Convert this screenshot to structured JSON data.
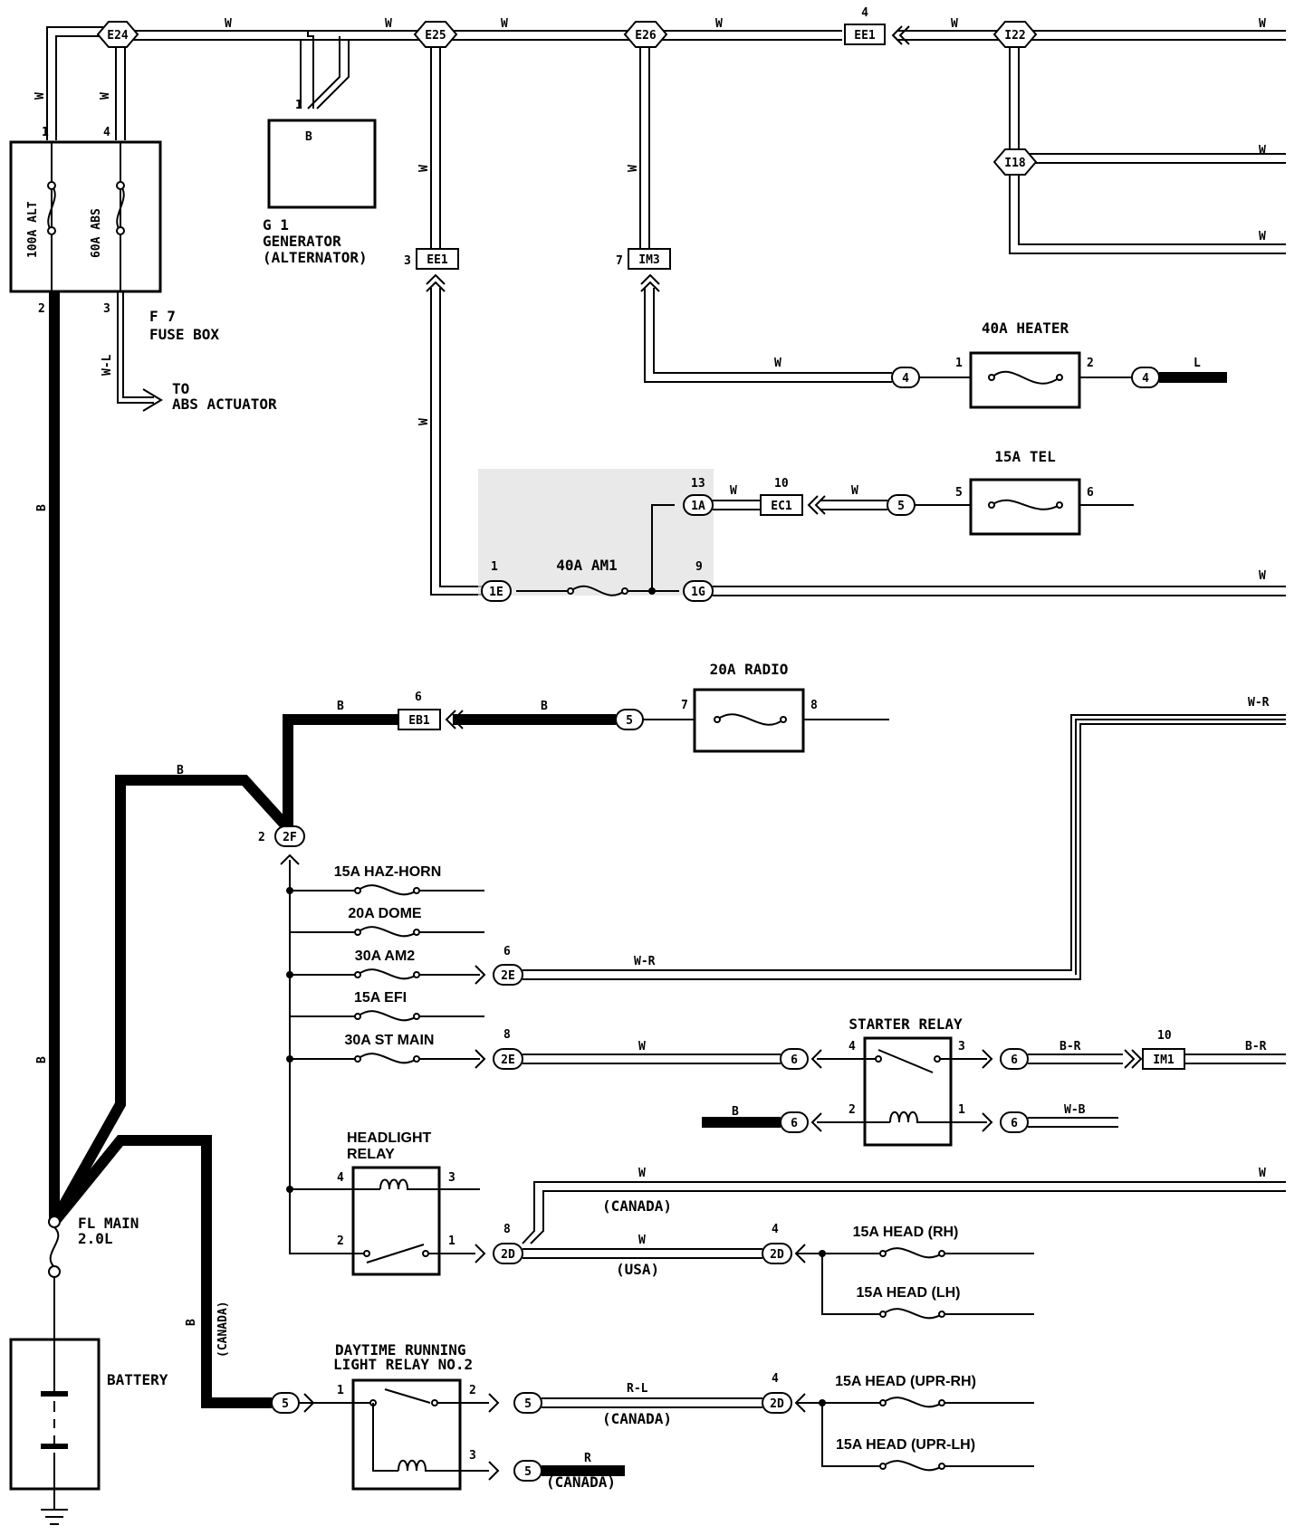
{
  "title": "",
  "splices": [
    "E24",
    "E25",
    "E26",
    "I22",
    "I18"
  ],
  "connectors": {
    "ee1_top": "EE1",
    "ee1_top_pin": "4",
    "ee1_left": "EE1",
    "ee1_left_pin": "3",
    "im3": "IM3",
    "im3_pin": "7",
    "ec1": "EC1",
    "ec1_pin": "10",
    "eb1": "EB1",
    "eb1_pin": "6",
    "im1": "IM1",
    "im1_pin": "10",
    "c1a": "1A",
    "c1a_pin": "13",
    "c1e": "1E",
    "c1e_pin": "1",
    "c1g": "1G",
    "c1g_pin": "9",
    "c2f": "2F",
    "c2f_pin": "2",
    "c2e_am2": "2E",
    "c2e_am2_pin": "6",
    "c2e_st": "2E",
    "c2e_st_pin": "8",
    "c2d_left": "2D",
    "c2d_left_pin": "8",
    "c2d_head": "2D",
    "c2d_head_pin": "4",
    "c2d_drl": "2D",
    "c2d_drl_pin": "4",
    "n4": "4",
    "n5": "5",
    "n6": "6"
  },
  "wire_colors": {
    "w": "W",
    "b": "B",
    "wl": "W-L",
    "wr": "W-R",
    "br": "B-R",
    "wb": "W-B",
    "l": "L",
    "rl": "R-L",
    "r": "R"
  },
  "components": {
    "fusebox_name": "F 7",
    "fusebox_label": "FUSE BOX",
    "fuse_alt": "100A ALT",
    "fuse_abs": "60A ABS",
    "generator_pin": "B",
    "generator_name": "G 1",
    "generator_label1": "GENERATOR",
    "generator_label2": "(ALTERNATOR)",
    "to_label1": "TO",
    "to_label2": "ABS ACTUATOR",
    "heater": "40A HEATER",
    "tel": "15A TEL",
    "am1": "40A AM1",
    "radio": "20A RADIO",
    "haz_horn": "15A HAZ-HORN",
    "dome": "20A DOME",
    "am2": "30A AM2",
    "efi": "15A EFI",
    "st_main": "30A ST MAIN",
    "starter_relay": "STARTER RELAY",
    "headlight_relay1": "HEADLIGHT",
    "headlight_relay2": "RELAY",
    "fl_main1": "FL MAIN",
    "fl_main2": "2.0L",
    "battery": "BATTERY",
    "drl_relay1": "DAYTIME RUNNING",
    "drl_relay2": "LIGHT RELAY NO.2",
    "head_rh": "15A HEAD (RH)",
    "head_lh": "15A HEAD (LH)",
    "head_upr_rh": "15A HEAD (UPR-RH)",
    "head_upr_lh": "15A HEAD (UPR-LH)"
  },
  "notes": {
    "canada": "(CANADA)",
    "usa": "(USA)"
  },
  "pins": {
    "p1": "1",
    "p2": "2",
    "p3": "3",
    "p4": "4",
    "p5": "5",
    "p6": "6",
    "p7": "7",
    "p8": "8"
  }
}
